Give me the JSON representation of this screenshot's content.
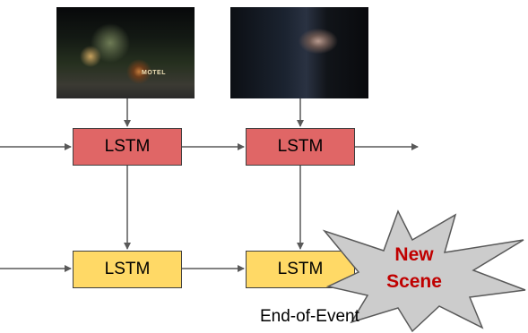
{
  "nodes": {
    "top_left": "LSTM",
    "top_right": "LSTM",
    "bottom_left": "LSTM",
    "bottom_right": "LSTM"
  },
  "frames": {
    "first_sign_text": "MOTEL"
  },
  "burst": {
    "line1": "New",
    "line2": "Scene",
    "text_color": "#c00000",
    "fill_color": "#cccccc"
  },
  "caption": "End-of-Event",
  "colors": {
    "top_lstm": "#e06666",
    "bottom_lstm": "#ffd966",
    "arrow": "#595959"
  }
}
